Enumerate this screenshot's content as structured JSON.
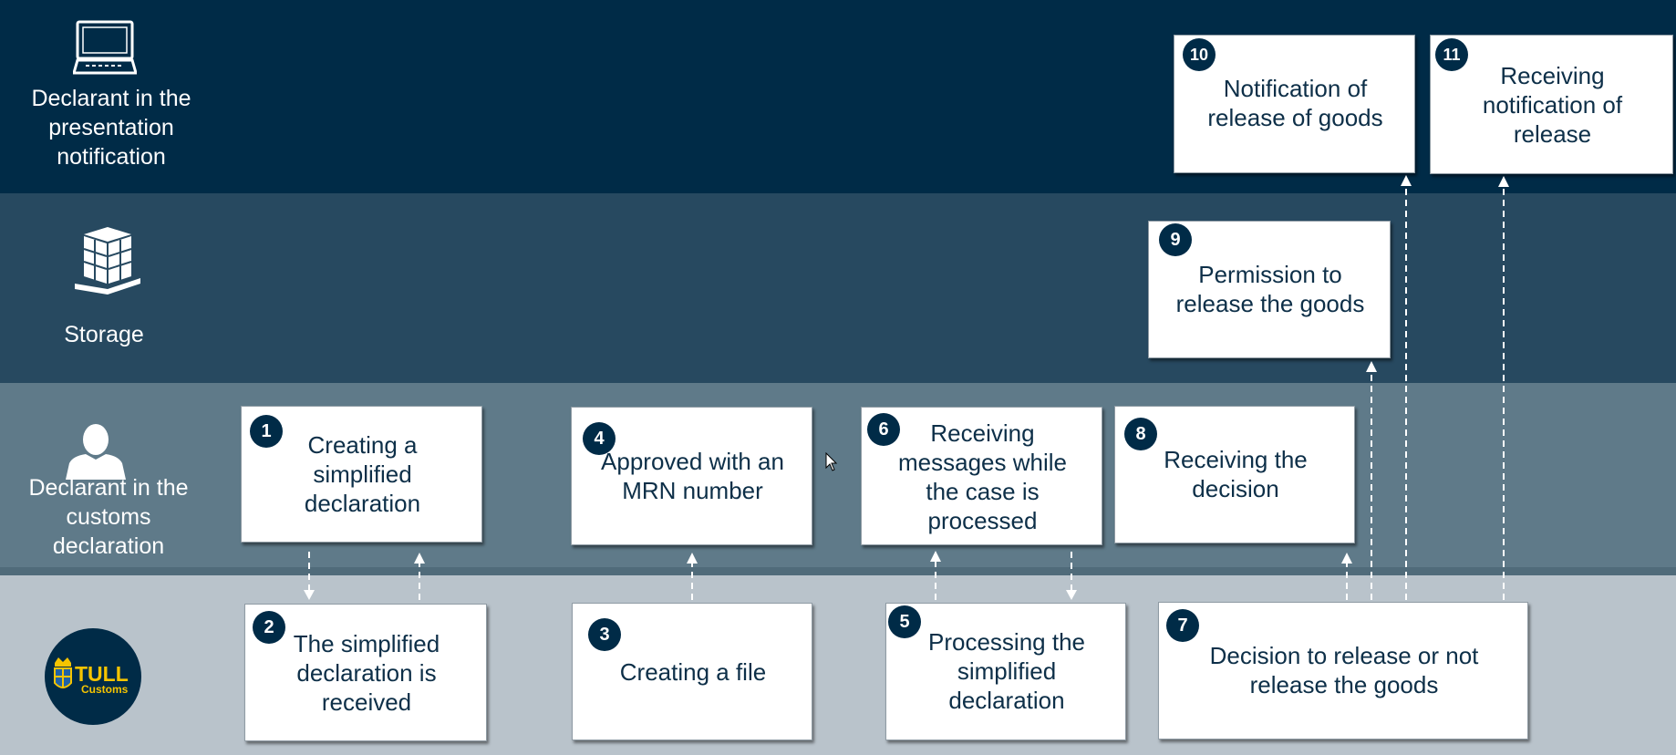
{
  "lanes": [
    {
      "label": "Declarant in the\npresentation\nnotification",
      "icon": "laptop-icon"
    },
    {
      "label": "Storage",
      "icon": "pallet-boxes-icon"
    },
    {
      "label": "Declarant in the\ncustoms\ndeclaration",
      "icon": "person-icon"
    },
    {
      "label": "",
      "icon": "tull-customs-logo"
    }
  ],
  "logo": {
    "tull": "TULL",
    "customs": "Customs"
  },
  "steps": [
    {
      "n": "1",
      "text": "Creating a\nsimplified\ndeclaration"
    },
    {
      "n": "2",
      "text": "The simplified\ndeclaration is\nreceived"
    },
    {
      "n": "3",
      "text": "Creating a file"
    },
    {
      "n": "4",
      "text": "Approved with an\nMRN number"
    },
    {
      "n": "5",
      "text": "Processing the\nsimplified\ndeclaration"
    },
    {
      "n": "6",
      "text": "Receiving\nmessages while\nthe case is\nprocessed"
    },
    {
      "n": "7",
      "text": "Decision to release or not\nrelease the goods"
    },
    {
      "n": "8",
      "text": "Receiving the\ndecision"
    },
    {
      "n": "9",
      "text": "Permission to\nrelease the goods"
    },
    {
      "n": "10",
      "text": "Notification of\nrelease of goods"
    },
    {
      "n": "11",
      "text": "Receiving\nnotification of\nrelease"
    }
  ],
  "colors": {
    "dark_navy": "#002b47",
    "storage_lane": "#274960",
    "declarant_lane": "#5f7a89",
    "customs_lane": "#b9c3cb",
    "logo_gold": "#f5c400"
  }
}
